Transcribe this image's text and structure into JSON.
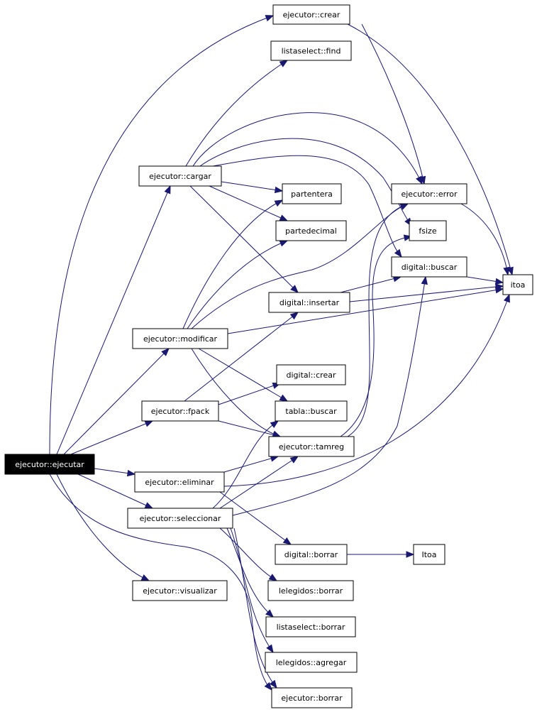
{
  "graph": {
    "nodes": [
      {
        "id": "ejecutar",
        "label": "ejecutor::ejecutar",
        "root": true
      },
      {
        "id": "crear_e",
        "label": "ejecutor::crear"
      },
      {
        "id": "find",
        "label": "listaselect::find"
      },
      {
        "id": "cargar",
        "label": "ejecutor::cargar"
      },
      {
        "id": "partentera",
        "label": "partentera"
      },
      {
        "id": "partedecimal",
        "label": "partedecimal"
      },
      {
        "id": "error",
        "label": "ejecutor::error"
      },
      {
        "id": "fsize",
        "label": "fsize"
      },
      {
        "id": "dbuscar",
        "label": "digital::buscar"
      },
      {
        "id": "itoa",
        "label": "itoa"
      },
      {
        "id": "insertar",
        "label": "digital::insertar"
      },
      {
        "id": "modificar",
        "label": "ejecutor::modificar"
      },
      {
        "id": "dcrear",
        "label": "digital::crear"
      },
      {
        "id": "fpack",
        "label": "ejecutor::fpack"
      },
      {
        "id": "tbuscar",
        "label": "tabla::buscar"
      },
      {
        "id": "tamreg",
        "label": "ejecutor::tamreg"
      },
      {
        "id": "eliminar",
        "label": "ejecutor::eliminar"
      },
      {
        "id": "seleccionar",
        "label": "ejecutor::seleccionar"
      },
      {
        "id": "dborrar",
        "label": "digital::borrar"
      },
      {
        "id": "Itoa2",
        "label": "Itoa"
      },
      {
        "id": "visualizar",
        "label": "ejecutor::visualizar"
      },
      {
        "id": "leborrar",
        "label": "lelegidos::borrar"
      },
      {
        "id": "lsborrar",
        "label": "listaselect::borrar"
      },
      {
        "id": "leagregar",
        "label": "lelegidos::agregar"
      },
      {
        "id": "eborrar",
        "label": "ejecutor::borrar"
      }
    ],
    "edge_color": "#191970"
  }
}
